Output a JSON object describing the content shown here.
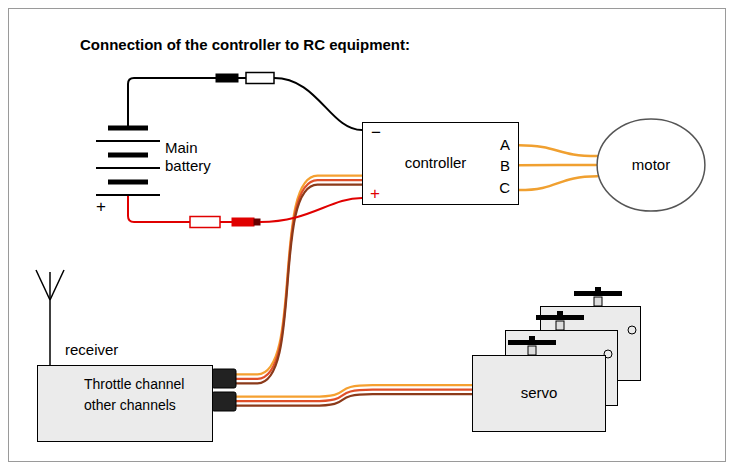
{
  "diagram": {
    "title": "Connection of the controller to RC equipment:",
    "nodes": [
      {
        "text": [
          "controller",
          "−",
          "+",
          "A",
          "B",
          "C"
        ]
      },
      {
        "text": [
          "motor"
        ]
      },
      {
        "text": [
          "receiver",
          "Throttle channel",
          "other channels"
        ]
      },
      {
        "text": [
          "servo"
        ]
      }
    ],
    "edges": [
      {
        "from": 0,
        "to": 1,
        "arrow": "none"
      },
      {
        "from": 0,
        "to": 1,
        "arrow": "none"
      },
      {
        "from": 0,
        "to": 1,
        "arrow": "none"
      },
      {
        "from": 2,
        "to": 0,
        "arrow": "none"
      },
      {
        "from": 2,
        "to": 3,
        "arrow": "none"
      }
    ],
    "labels": [
      "Main battery",
      "+"
    ]
  }
}
